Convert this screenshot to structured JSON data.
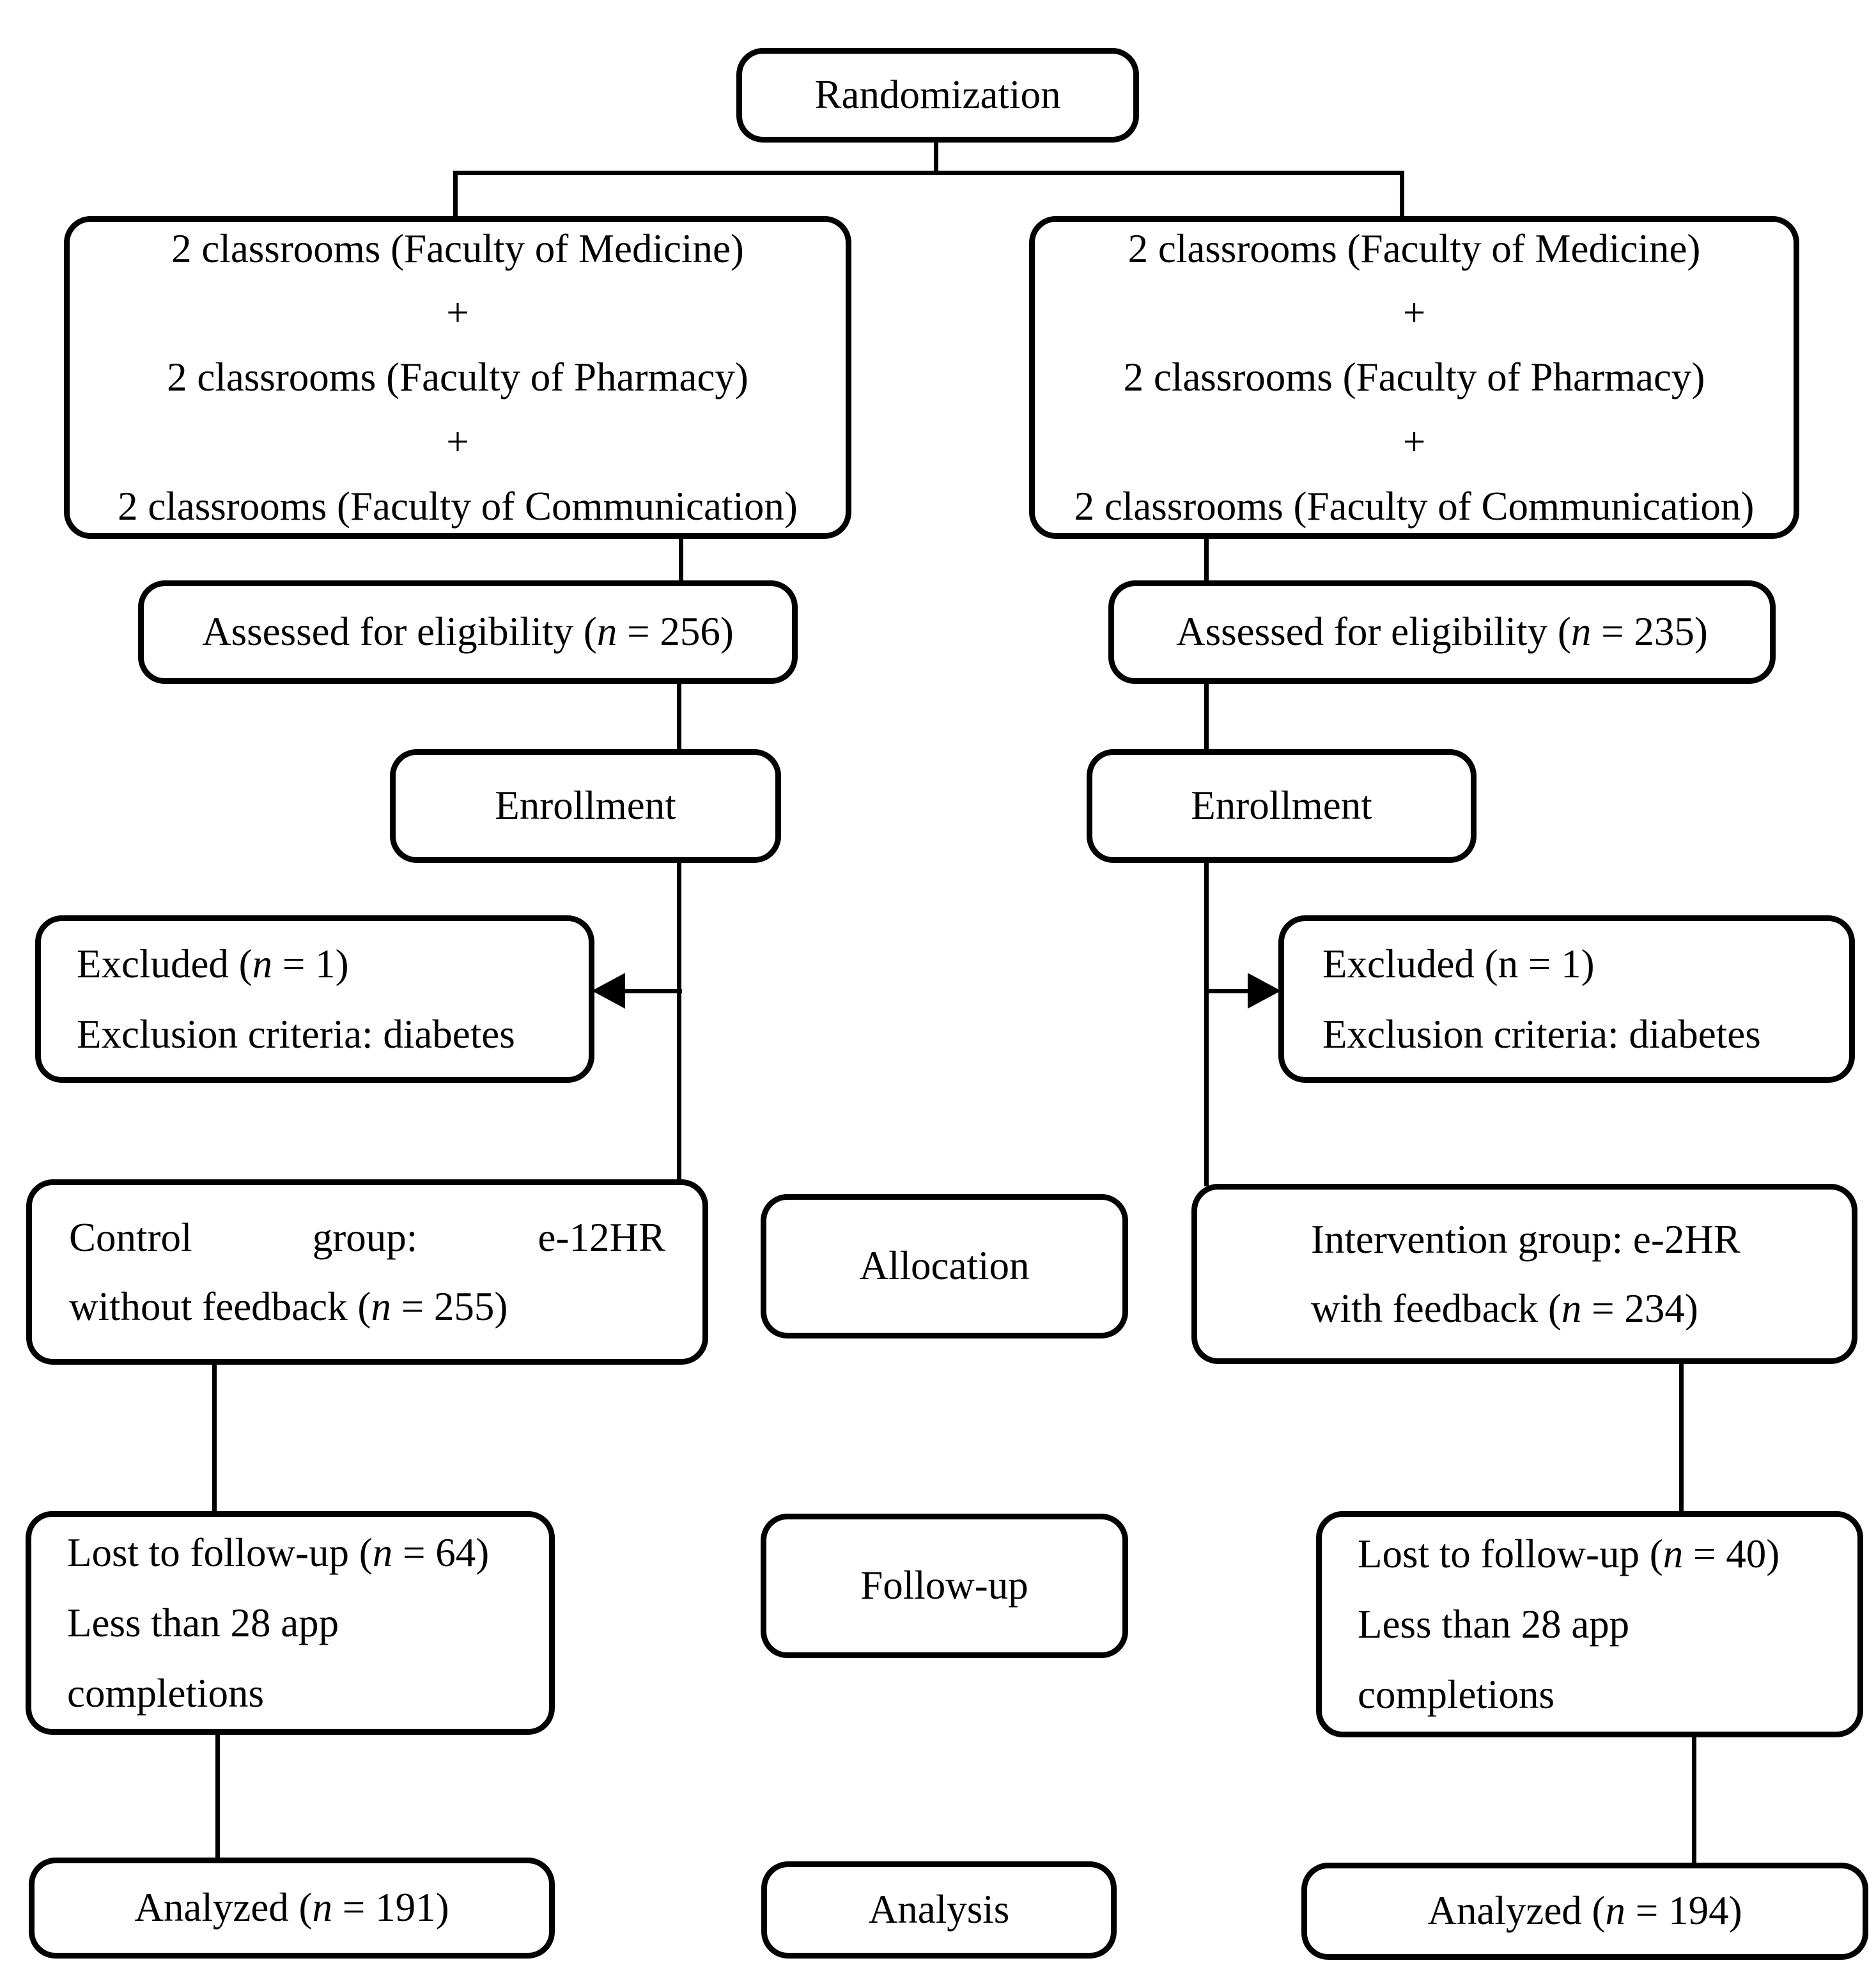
{
  "flowchart": {
    "randomization": "Randomization",
    "stages": {
      "allocation": "Allocation",
      "followup": "Follow-up",
      "analysis": "Analysis"
    },
    "left": {
      "classrooms": [
        "2 classrooms (Faculty of Medicine)",
        "+",
        "2 classrooms (Faculty of Pharmacy)",
        "+",
        "2 classrooms (Faculty of Communication)"
      ],
      "assessed": {
        "pre": "Assessed for eligibility (",
        "var": "n",
        "post": " = 256)"
      },
      "enrollment": "Enrollment",
      "excluded": {
        "pre": "Excluded (",
        "var": "n",
        "post": " = 1)",
        "line2": "Exclusion criteria: diabetes"
      },
      "group": {
        "word1": "Control",
        "word2": "group:",
        "word3": "e-12HR",
        "pre2": "without feedback (",
        "var": "n",
        "post2": " = 255)"
      },
      "lost": {
        "pre": "Lost to follow-up (",
        "var": "n",
        "post": " = 64)",
        "line2": "Less than 28 app",
        "line3": "completions"
      },
      "analyzed": {
        "pre": "Analyzed (",
        "var": "n",
        "post": " = 191)"
      }
    },
    "right": {
      "classrooms": [
        "2 classrooms (Faculty of Medicine)",
        "+",
        "2 classrooms (Faculty of Pharmacy)",
        "+",
        "2 classrooms (Faculty of Communication)"
      ],
      "assessed": {
        "pre": "Assessed for eligibility (",
        "var": "n",
        "post": " = 235)"
      },
      "enrollment": "Enrollment",
      "excluded": {
        "pre": "Excluded (",
        "var": "n",
        "post": " = 1)",
        "line2": "Exclusion criteria: diabetes"
      },
      "group": {
        "line1": "Intervention group: e-2HR",
        "pre2": "with feedback (",
        "var": "n",
        "post2": " = 234)"
      },
      "lost": {
        "pre": "Lost to follow-up (",
        "var": "n",
        "post": " = 40)",
        "line2": "Less than 28 app",
        "line3": "completions"
      },
      "analyzed": {
        "pre": "Analyzed (",
        "var": "n",
        "post": " = 194)"
      }
    },
    "colors": {
      "line": "#000000",
      "box_background": "#ffffff",
      "text": "#000000"
    }
  }
}
